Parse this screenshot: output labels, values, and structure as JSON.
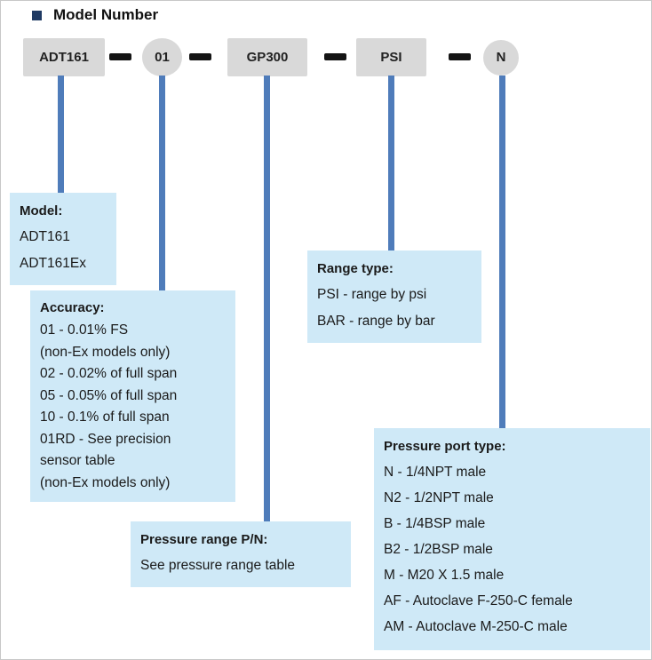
{
  "title": "Model Number",
  "colors": {
    "segment_bg": "#d9d9d9",
    "callout_bg": "#cfe9f7",
    "connector": "#4f7cba",
    "bullet": "#1f3a63",
    "dash": "#141414"
  },
  "segments": [
    {
      "id": "model",
      "label": "ADT161",
      "shape": "box"
    },
    {
      "id": "accuracy",
      "label": "01",
      "shape": "circle"
    },
    {
      "id": "pressure-range",
      "label": "GP300",
      "shape": "box"
    },
    {
      "id": "range-type",
      "label": "PSI",
      "shape": "box"
    },
    {
      "id": "port-type",
      "label": "N",
      "shape": "circle"
    }
  ],
  "callouts": {
    "model": {
      "heading": "Model:",
      "lines": [
        "ADT161",
        "ADT161Ex"
      ]
    },
    "accuracy": {
      "heading": "Accuracy:",
      "lines": [
        "01 - 0.01% FS",
        "(non-Ex models only)",
        "02 - 0.02% of full span",
        "05 - 0.05% of full span",
        "10 - 0.1% of full span",
        "01RD - See precision",
        "sensor table",
        "(non-Ex models only)"
      ]
    },
    "range_type": {
      "heading": "Range type:",
      "lines": [
        "PSI - range by psi",
        "BAR - range by bar"
      ]
    },
    "pressure_range": {
      "heading": "Pressure range P/N:",
      "lines": [
        "See pressure range table"
      ]
    },
    "port_type": {
      "heading": "Pressure port type:",
      "lines": [
        "N - 1/4NPT male",
        "N2 - 1/2NPT male",
        "B - 1/4BSP male",
        "B2 - 1/2BSP male",
        "M - M20 X 1.5 male",
        "AF - Autoclave F-250-C female",
        "AM - Autoclave M-250-C male"
      ]
    }
  }
}
